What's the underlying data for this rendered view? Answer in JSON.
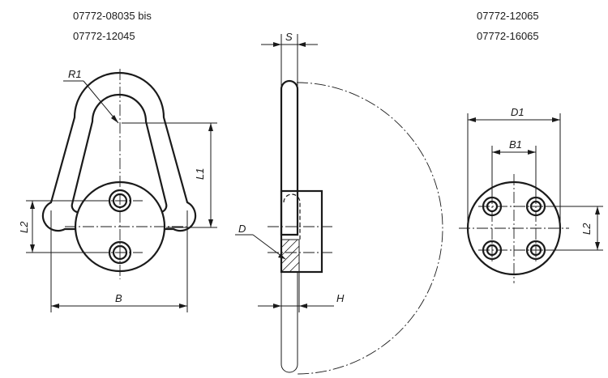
{
  "left_view": {
    "part_numbers": [
      "07772-08035 bis",
      "07772-12045"
    ],
    "dims": {
      "r1": "R1",
      "l1": "L1",
      "l2": "L2",
      "b": "B"
    }
  },
  "side_view": {
    "dims": {
      "s": "S",
      "d": "D",
      "h": "H"
    }
  },
  "right_view": {
    "part_numbers": [
      "07772-12065",
      "07772-16065"
    ],
    "dims": {
      "d1": "D1",
      "b1": "B1",
      "l2": "L2"
    }
  }
}
